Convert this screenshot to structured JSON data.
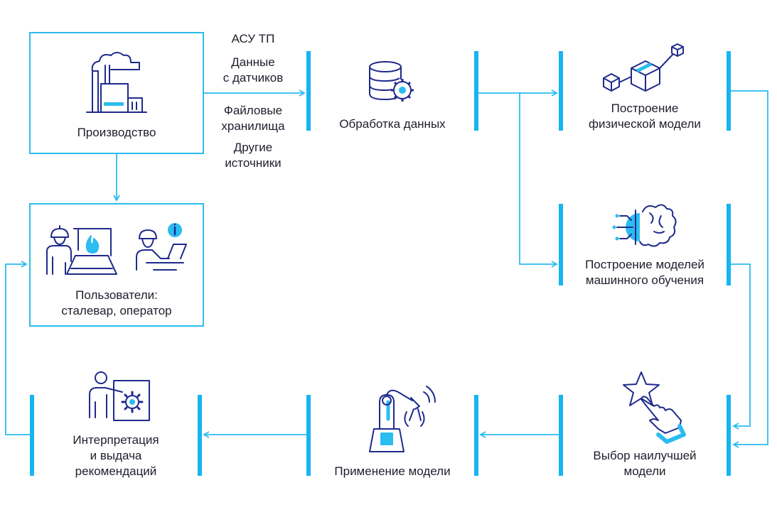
{
  "colors": {
    "accent": "#2bbcf0",
    "navy": "#1f2a8c",
    "text": "#1e1e2c",
    "background": "#ffffff"
  },
  "nodes": {
    "production": {
      "label": "Производство",
      "icon": "factory-icon"
    },
    "users": {
      "label": "Пользователи:\nсталевар, оператор",
      "icon": "steelworker-operator-icon"
    },
    "processing": {
      "label": "Обработка данных",
      "icon": "database-gear-icon"
    },
    "physical_model": {
      "label": "Построение\nфизической модели",
      "icon": "cubes-icon"
    },
    "ml_models": {
      "label": "Построение моделей\nмашинного обучения",
      "icon": "brain-icon"
    },
    "best_model": {
      "label": "Выбор наилучшей\nмодели",
      "icon": "star-hand-icon"
    },
    "apply_model": {
      "label": "Применение модели",
      "icon": "robot-arm-icon"
    },
    "interpretation": {
      "label": "Интерпретация\nи выдача\nрекомендаций",
      "icon": "presenter-gear-icon"
    }
  },
  "sources": [
    "АСУ ТП",
    "Данные\nс датчиков",
    "Файловые\nхранилища",
    "Другие\nисточники"
  ]
}
